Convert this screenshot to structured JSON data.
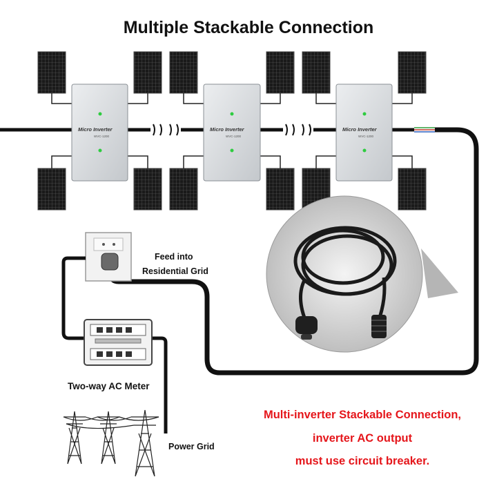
{
  "title": "Multiple Stackable Connection",
  "inverter_label": "Micro Inverter",
  "inverter_sublabel": "WVC-1200",
  "labels": {
    "feed_line1": "Feed into",
    "feed_line2": "Residential Grid",
    "meter": "Two-way AC Meter",
    "power_grid": "Power Grid"
  },
  "note_lines": [
    "Multi-inverter Stackable Connection,",
    "inverter AC output",
    "must use circuit breaker."
  ],
  "colors": {
    "note": "#e5161b",
    "led": "#2ecc40",
    "panel": "#1b1b1b",
    "inverter": "#d9dcdf"
  }
}
